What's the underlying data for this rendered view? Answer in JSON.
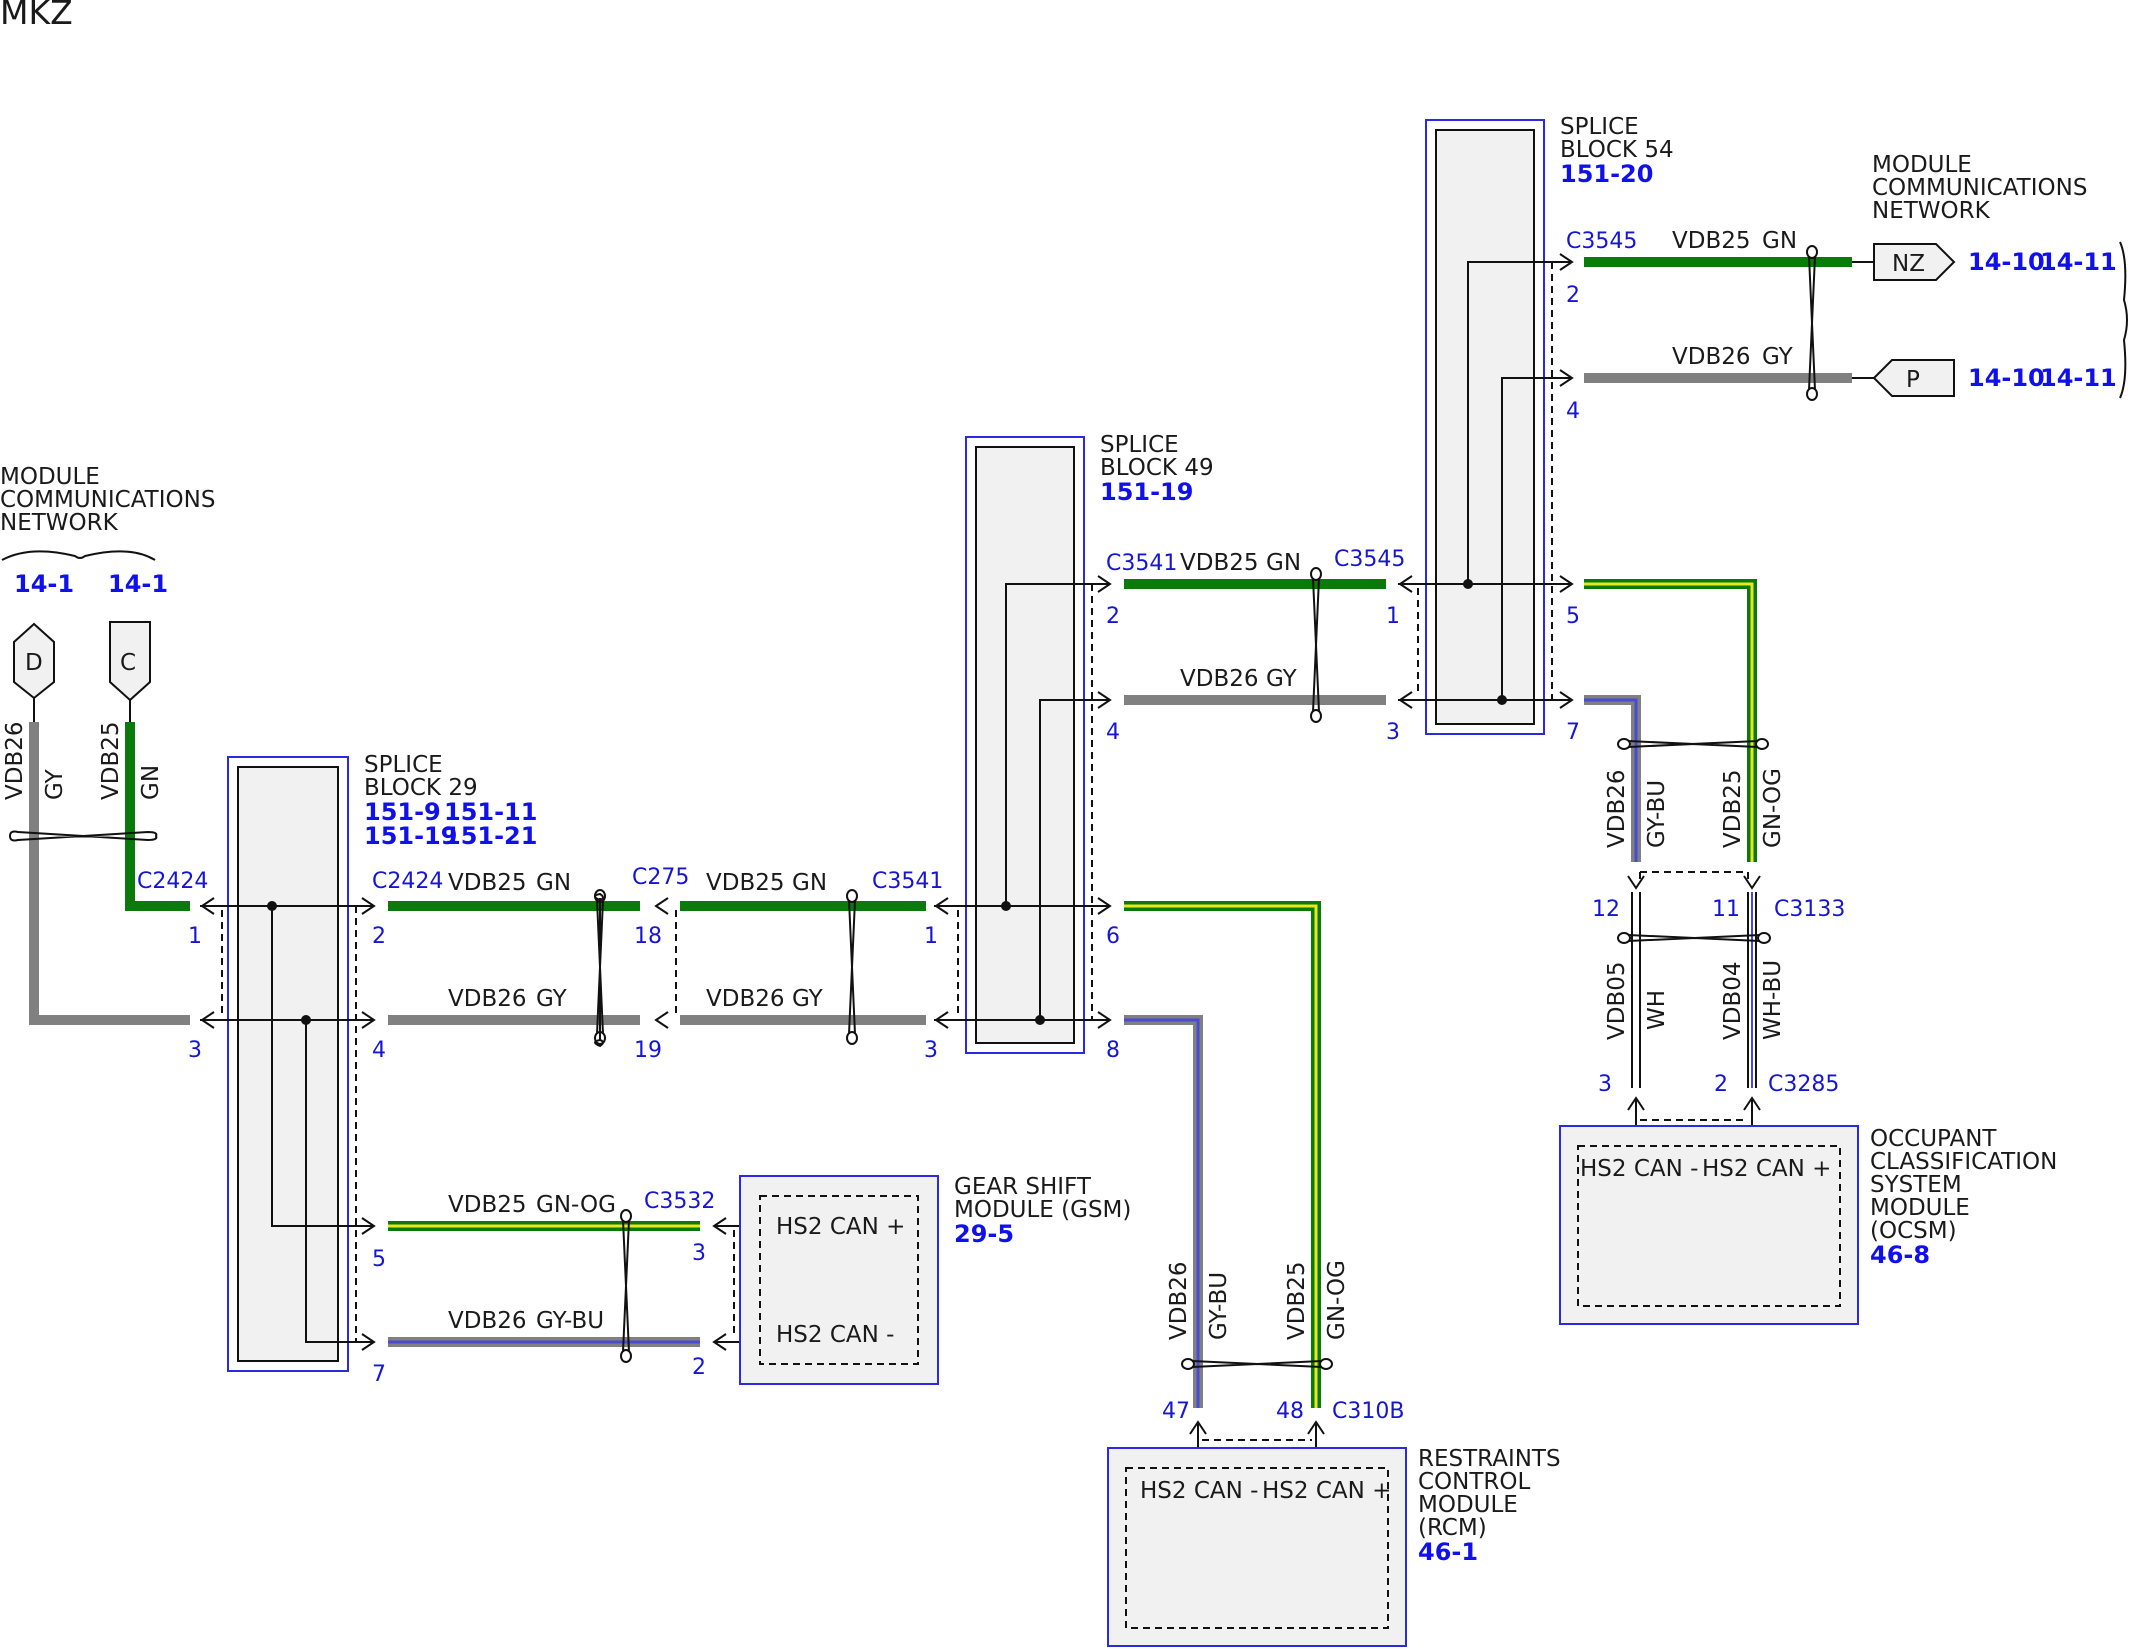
{
  "page": {
    "model": "MKZ"
  },
  "networks": {
    "left": {
      "lines": [
        "MODULE",
        "COMMUNICATIONS",
        "NETWORK"
      ],
      "refs": [
        "14-1",
        "14-1"
      ],
      "connectors": [
        "D",
        "C"
      ]
    },
    "right": {
      "lines": [
        "MODULE",
        "COMMUNICATIONS",
        "NETWORK"
      ],
      "connectors": [
        "NZ",
        "P"
      ],
      "refs_nz": [
        "14-10",
        "14-11"
      ],
      "refs_p": [
        "14-10",
        "14-11"
      ]
    }
  },
  "splice_blocks": [
    {
      "id": "sb29",
      "lines": [
        "SPLICE",
        "BLOCK 29"
      ],
      "refs": [
        "151-9",
        "151-11",
        "151-19",
        "151-21"
      ]
    },
    {
      "id": "sb49",
      "lines": [
        "SPLICE",
        "BLOCK 49"
      ],
      "refs": [
        "151-19"
      ]
    },
    {
      "id": "sb54",
      "lines": [
        "SPLICE",
        "BLOCK 54"
      ],
      "refs": [
        "151-20"
      ]
    }
  ],
  "modules": {
    "gsm": {
      "lines": [
        "GEAR SHIFT",
        "MODULE (GSM)"
      ],
      "ref": "29-5",
      "pins": [
        "HS2 CAN +",
        "HS2 CAN -"
      ]
    },
    "rcm": {
      "lines": [
        "RESTRAINTS",
        "CONTROL",
        "MODULE",
        "(RCM)"
      ],
      "ref": "46-1",
      "pins": [
        "HS2 CAN -",
        "HS2 CAN +"
      ]
    },
    "ocsm": {
      "lines": [
        "OCCUPANT",
        "CLASSIFICATION",
        "SYSTEM",
        "MODULE",
        "(OCSM)"
      ],
      "ref": "46-8",
      "pins": [
        "HS2 CAN -",
        "HS2 CAN +"
      ]
    }
  },
  "connectors": {
    "c2424": "C2424",
    "c275": "C275",
    "c3541": "C3541",
    "c3545": "C3545",
    "c3532": "C3532",
    "c310b": "C310B",
    "c3133": "C3133",
    "c3285": "C3285"
  },
  "circuits": {
    "vdb25": "VDB25",
    "vdb26": "VDB26",
    "vdb05": "VDB05",
    "vdb04": "VDB04"
  },
  "colors_text": {
    "gn": "GN",
    "gy": "GY",
    "gn_og": "GN-OG",
    "gy_bu": "GY-BU",
    "wh": "WH",
    "wh_bu": "WH-BU"
  },
  "pins": {
    "sb29_in": [
      "1",
      "3"
    ],
    "sb29_out": [
      "2",
      "4",
      "5",
      "7"
    ],
    "c275": [
      "18",
      "19"
    ],
    "sb49_in": [
      "1",
      "3"
    ],
    "sb49_out": [
      "2",
      "4",
      "6",
      "8"
    ],
    "sb54_in": [
      "1",
      "3"
    ],
    "sb54_out": [
      "2",
      "4",
      "5",
      "7"
    ],
    "gsm": [
      "3",
      "2"
    ],
    "rcm": [
      "47",
      "48"
    ],
    "c3133": [
      "12",
      "11"
    ],
    "c3285": [
      "3",
      "2"
    ]
  },
  "wire_colors": {
    "green": "#0a7a0a",
    "gray": "#808080",
    "yellow": "#e8e820",
    "blue": "#4a4ad8",
    "white": "#ffffff"
  }
}
